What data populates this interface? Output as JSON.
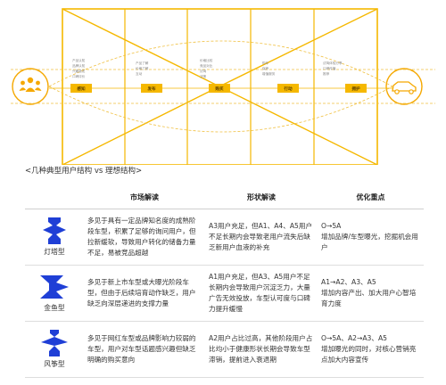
{
  "diagram": {
    "stages": [
      "感知",
      "发布",
      "购买",
      "行动",
      "拥护"
    ],
    "column_texts": [
      [
        "产品认知",
        "品牌认知",
        "兴趣激发",
        "口碑评价"
      ],
      [
        "产品了解",
        "价格了解",
        "互动"
      ],
      [
        "价格比较",
        "竞品对比",
        "试驾",
        "决策"
      ],
      [
        "购车",
        "保养",
        "增值服务"
      ],
      [
        "试驾体验分享",
        "口碑传播",
        "推荐"
      ]
    ],
    "colors": {
      "accent": "#f5b800",
      "dash": "#f0c040",
      "icon": "#f5a800",
      "funnel": "#1f3fd6"
    }
  },
  "caption": "<几种典型用户结构 vs 理想结构>",
  "table": {
    "headers": [
      "",
      "市场解读",
      "形状解读",
      "优化重点"
    ],
    "rows": [
      {
        "type": "灯塔型",
        "market": "多见于具有一定品牌知名度的成熟阶段车型，积累了足够的询问用户，但拉新缓软，导致用户转化的储备力量不足，易被竞品超越",
        "shape": "A3用户充足，但A1、A4、A5用户不足长期内会导致老用户流失后缺乏新用户血液的补充",
        "focus_lines": [
          "O→5A",
          "增加品牌/车型曝光，挖掘机会用户"
        ]
      },
      {
        "type": "金鱼型",
        "market": "多见于新上市车型或大曝光阶段车型，但由于后续培育动作缺乏，用户缺乏向深层递进的支撑力量",
        "shape": "A1用户充足，但A3、A5用户不足长期内会导致用户沉淀乏力，大量广告无效投放，车型认可度与口碑力提升缓慢",
        "focus_lines": [
          "A1→A2、A3、A5",
          "增加内容产出、加大用户心智培育力度"
        ]
      },
      {
        "type": "风筝型",
        "market": "多见于网红车型或品牌影响力较弱的车型，用户对车型话题感兴趣但缺乏明确的购买意向",
        "shape": "A2用户占比过高，其他阶段用户占比均小于健康形状长期会导致车型滞销，提前进入衰退期",
        "focus_lines": [
          "O→5A、A2→A3、A5",
          "增加曝光的同时，对核心营销亮点加大内容宣传"
        ]
      }
    ]
  }
}
